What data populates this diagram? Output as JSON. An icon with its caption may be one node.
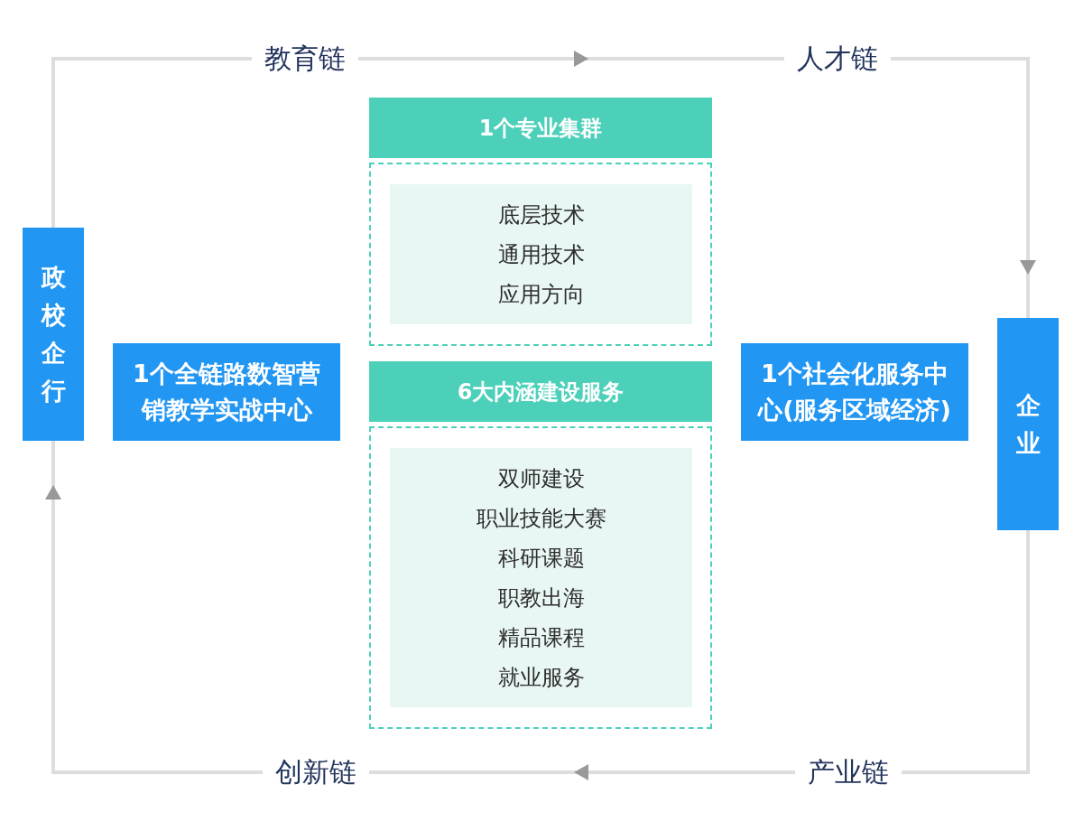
{
  "diagram": {
    "nodes": [
      {
        "text": [
          "教育链"
        ]
      },
      {
        "text": [
          "人才链"
        ]
      },
      {
        "text": [
          "1个专业集群"
        ]
      },
      {
        "text": [],
        "shape": "box"
      },
      {
        "text": [
          "底层技术",
          "通用技术",
          "应用方向"
        ],
        "in": 3
      },
      {
        "text": [
          "政校企行"
        ]
      },
      {
        "text": [
          "1个全链路数智营销教学实战中心"
        ]
      },
      {
        "text": [
          "6大内涵建设服务"
        ]
      },
      {
        "text": [],
        "shape": "box"
      },
      {
        "text": [
          "双师建设",
          "职业技能大赛",
          "科研课题",
          "职教出海",
          "精品课程",
          "就业服务"
        ],
        "in": 8
      },
      {
        "text": [
          "1个社会化服务中心(服务区域经济)"
        ]
      },
      {
        "text": [
          "企业"
        ]
      },
      {
        "text": [
          "创新链"
        ]
      },
      {
        "text": [
          "产业链"
        ]
      }
    ],
    "edges": [
      {
        "from": 5,
        "to": 0,
        "arrow": "none"
      },
      {
        "from": 0,
        "to": 1,
        "arrow": "to"
      },
      {
        "from": 1,
        "to": 11,
        "arrow": "to"
      },
      {
        "from": 11,
        "to": 13,
        "arrow": "none"
      },
      {
        "from": 13,
        "to": 12,
        "arrow": "to"
      },
      {
        "from": 12,
        "to": 5,
        "arrow": "to"
      }
    ]
  }
}
